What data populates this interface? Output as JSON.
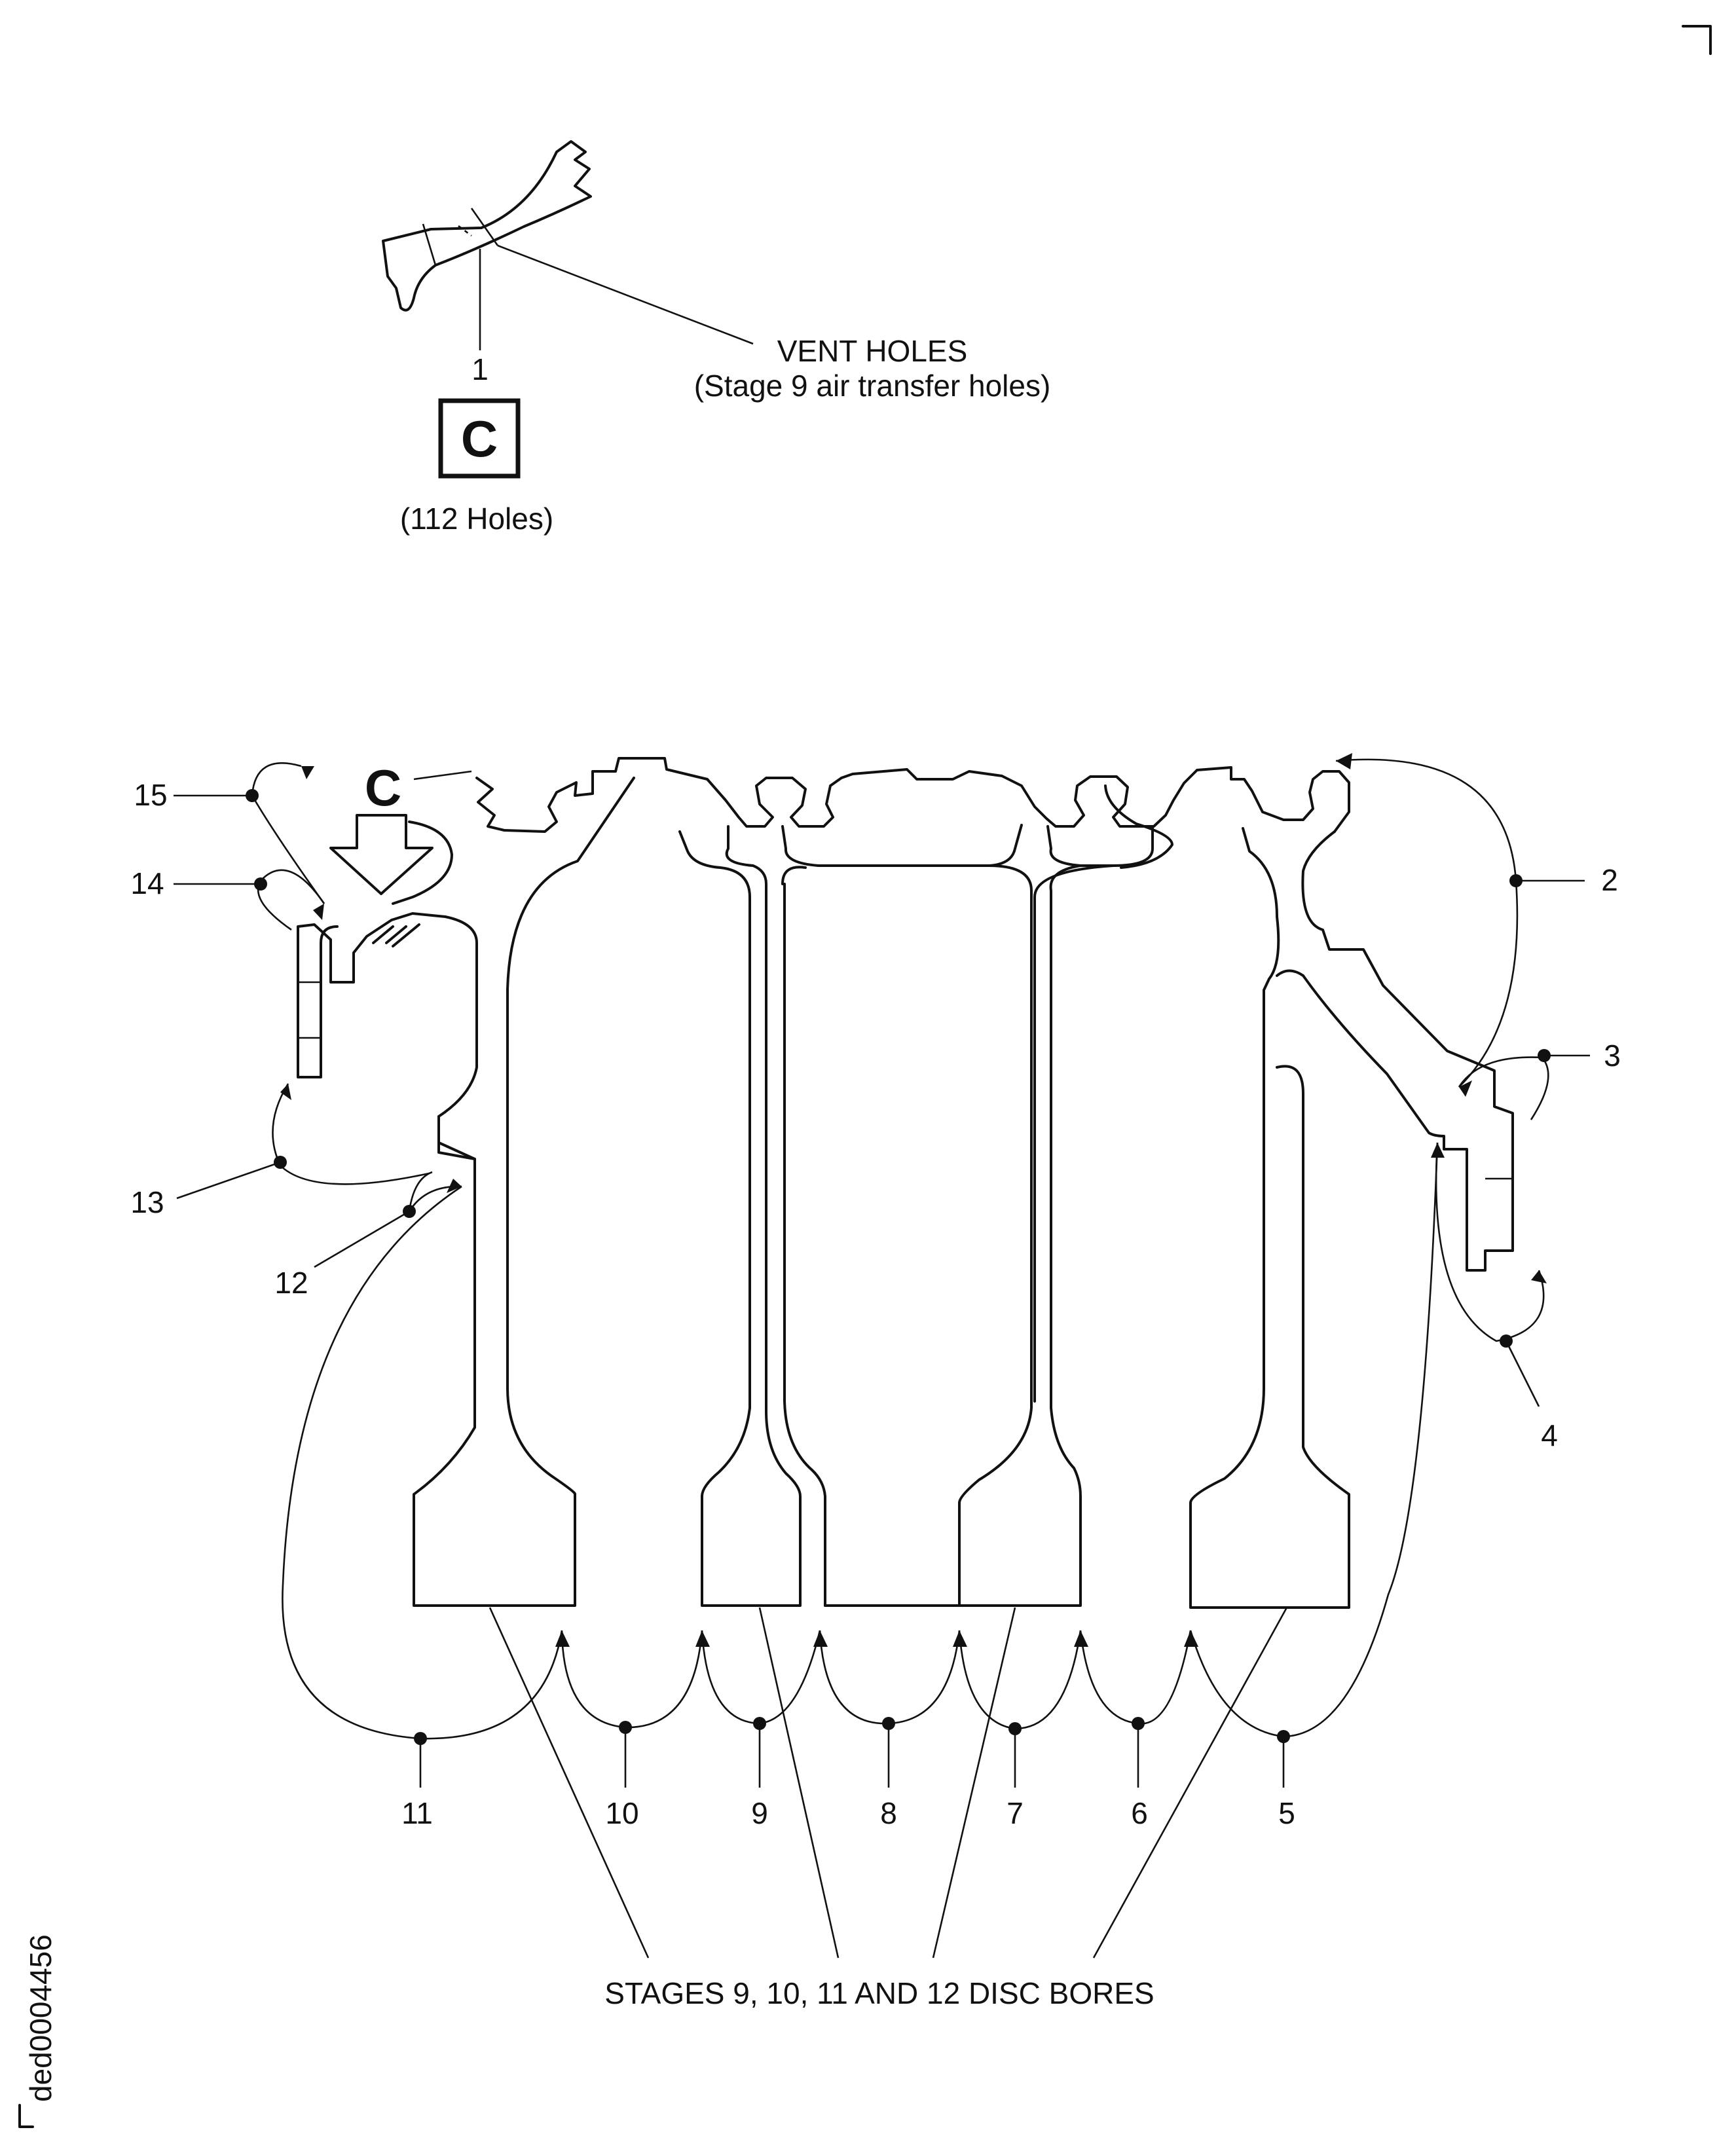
{
  "detail_view": {
    "index_number": "1",
    "view_letter": "C",
    "hole_count": "(112 Holes)",
    "vent_holes_title": "VENT HOLES",
    "vent_holes_subtitle": "(Stage 9 air transfer holes)"
  },
  "main_view": {
    "view_arrow_letter": "C",
    "callouts": [
      "2",
      "3",
      "4",
      "5",
      "6",
      "7",
      "8",
      "9",
      "10",
      "11",
      "12",
      "13",
      "14",
      "15"
    ],
    "disc_bores_label": "STAGES 9, 10, 11 AND 12 DISC BORES"
  },
  "figure_id": "ded0004456"
}
